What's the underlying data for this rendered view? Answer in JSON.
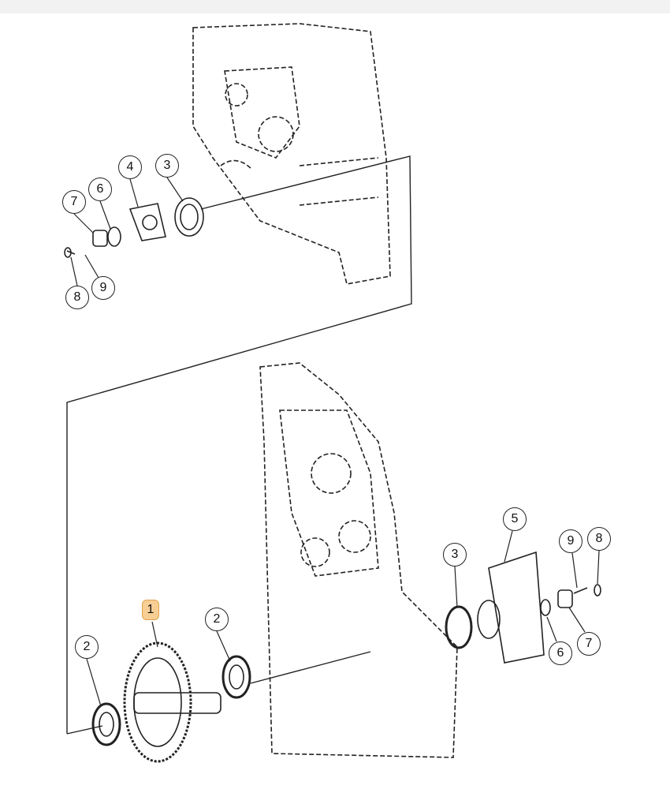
{
  "diagram": {
    "upper_callouts": [
      "4",
      "3",
      "6",
      "7",
      "9",
      "8"
    ],
    "lower_callouts": [
      "1",
      "2",
      "2",
      "3",
      "5",
      "9",
      "8",
      "6",
      "7"
    ],
    "highlighted_callout": "1",
    "highlight_color": "#f7cf95"
  }
}
